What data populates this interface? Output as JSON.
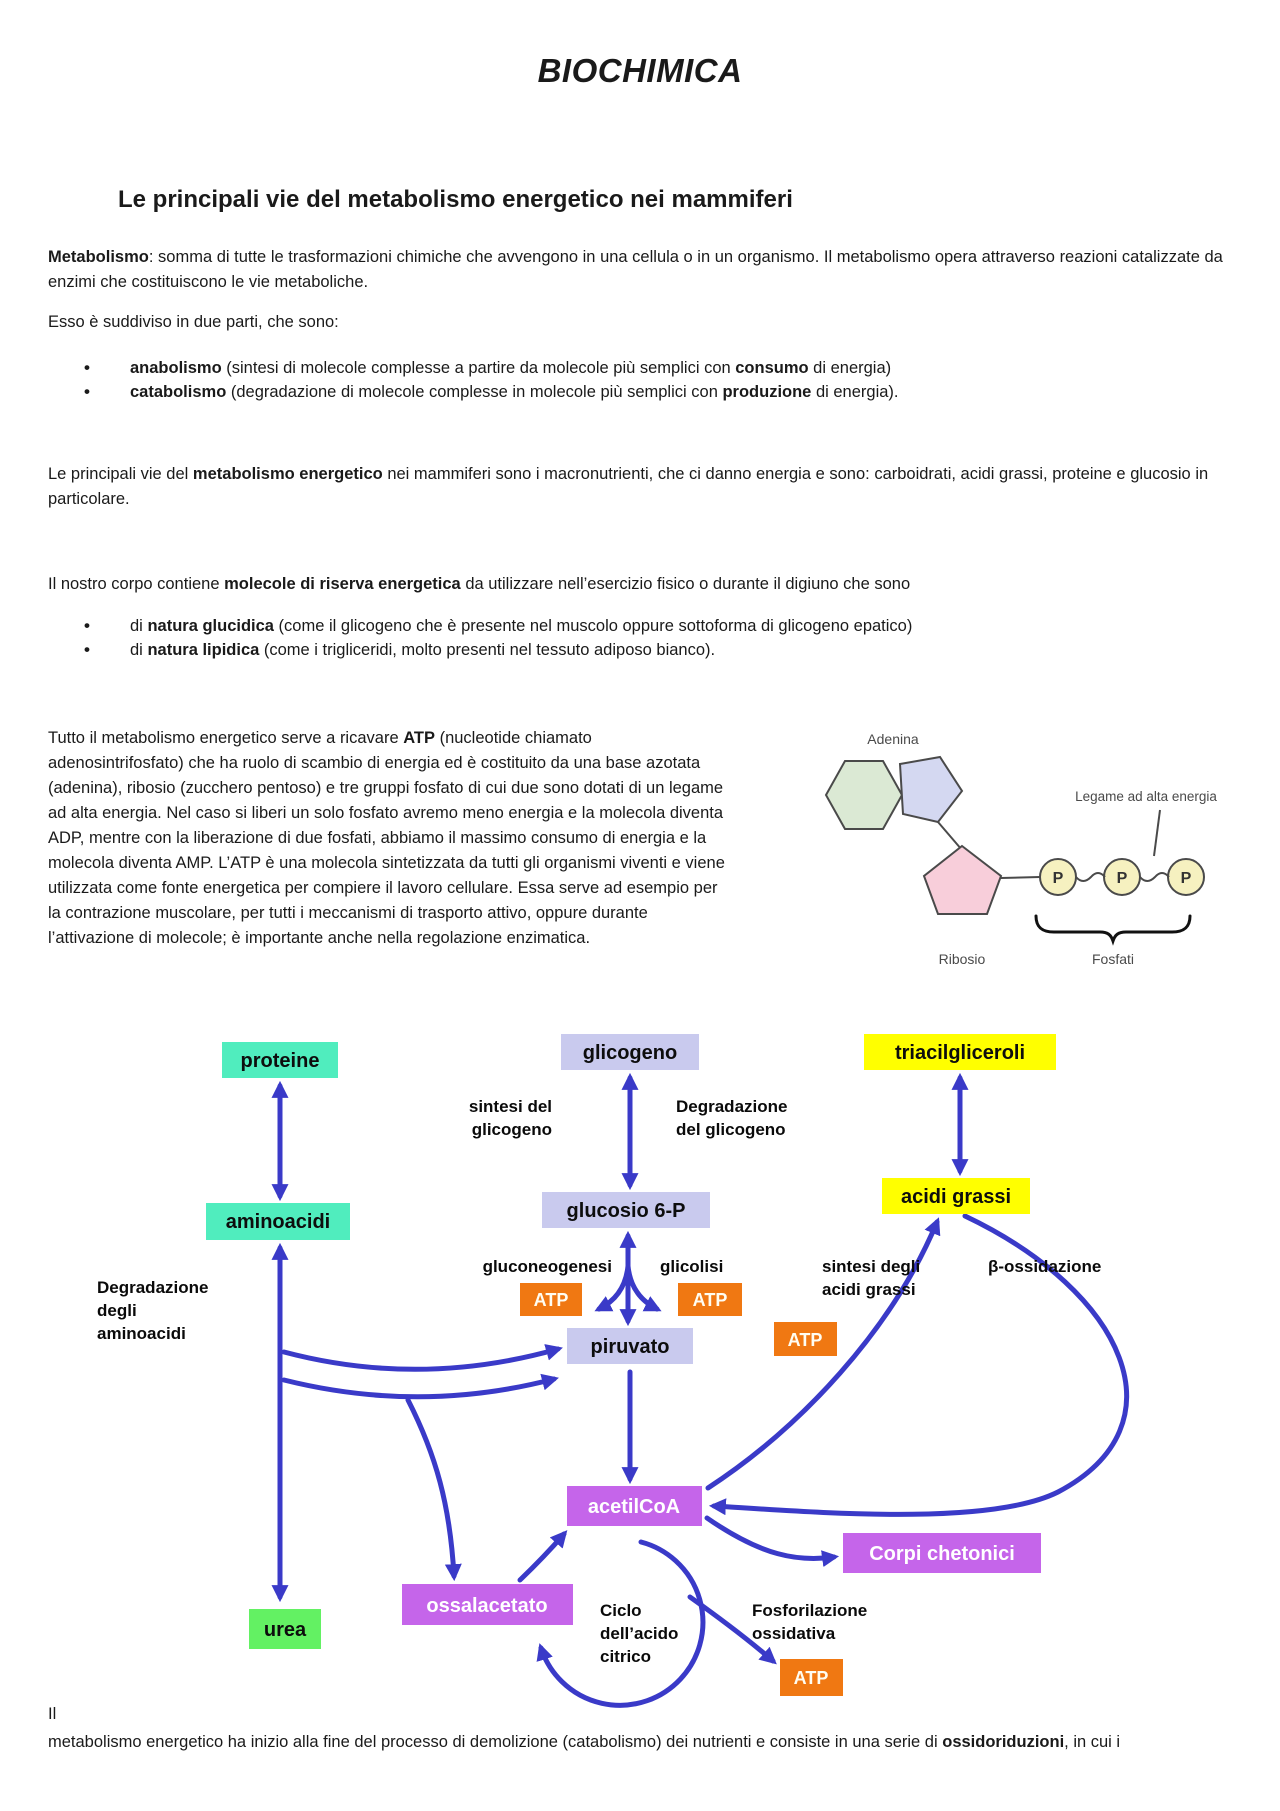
{
  "document": {
    "title": "BIOCHIMICA",
    "heading": "Le principali vie del metabolismo energetico nei mammiferi",
    "p_metabolismo": [
      {
        "t": "Metabolismo",
        "b": true
      },
      {
        "t": ": somma di tutte le trasformazioni chimiche che avvengono in una cellula o in un organismo. Il metabolismo opera attraverso reazioni catalizzate da enzimi che costituiscono le vie metaboliche."
      }
    ],
    "p_suddiviso": [
      {
        "t": "Esso è suddiviso in due parti, che sono:"
      }
    ],
    "list_parti": [
      [
        {
          "t": "anabolismo",
          "b": true
        },
        {
          "t": " (sintesi di molecole complesse a partire da molecole più semplici con "
        },
        {
          "t": "consumo",
          "b": true
        },
        {
          "t": " di energia)"
        }
      ],
      [
        {
          "t": "catabolismo",
          "b": true
        },
        {
          "t": " (degradazione di molecole complesse in molecole più semplici con "
        },
        {
          "t": "produzione",
          "b": true
        },
        {
          "t": " di energia)."
        }
      ]
    ],
    "p_vie": [
      {
        "t": "Le principali vie del "
      },
      {
        "t": "metabolismo energetico",
        "b": true
      },
      {
        "t": " nei mammiferi sono i macronutrienti, che ci danno energia e sono: carboidrati, acidi grassi, proteine e glucosio in particolare."
      }
    ],
    "p_riserva": [
      {
        "t": "Il nostro corpo contiene "
      },
      {
        "t": "molecole di riserva energetica",
        "b": true
      },
      {
        "t": " da utilizzare nell’esercizio fisico o durante il digiuno che sono"
      }
    ],
    "list_riserva": [
      [
        {
          "t": "di "
        },
        {
          "t": "natura glucidica",
          "b": true
        },
        {
          "t": " (come il glicogeno che è presente nel muscolo oppure sottoforma di glicogeno epatico)"
        }
      ],
      [
        {
          "t": "di "
        },
        {
          "t": "natura lipidica",
          "b": true
        },
        {
          "t": " (come i trigliceridi, molto presenti nel tessuto adiposo bianco)."
        }
      ]
    ],
    "p_atp": [
      {
        "t": "Tutto il metabolismo energetico serve a ricavare "
      },
      {
        "t": "ATP",
        "b": true
      },
      {
        "t": " (nucleotide chiamato adenosintrifosfato) che ha ruolo di scambio di energia ed è costituito da una base azotata (adenina), ribosio (zucchero pentoso) e tre gruppi fosfato di cui due sono dotati di un legame ad alta energia. Nel caso si liberi un solo fosfato avremo meno energia e la molecola diventa ADP, mentre con la liberazione di due fosfati, abbiamo il massimo consumo di energia e la molecola diventa AMP. L’ATP è una molecola sintetizzata da tutti gli organismi viventi e viene utilizzata come fonte energetica per compiere il lavoro cellulare. Essa serve ad esempio per la contrazione muscolare, per tutti i meccanismi di trasporto attivo, oppure durante l’attivazione di molecole; è importante anche nella regolazione enzimatica."
      }
    ],
    "p_finale_1": [
      {
        "t": "Il"
      }
    ],
    "p_finale_2": [
      {
        "t": "metabolismo energetico ha inizio alla fine del processo di demolizione (catabolismo) dei nutrienti e consiste in una serie di "
      },
      {
        "t": "ossidoriduzioni",
        "b": true
      },
      {
        "t": ", in cui i"
      }
    ]
  },
  "atp_figure": {
    "adenina": "Adenina",
    "legame": "Legame ad alta energia",
    "ribosio": "Ribosio",
    "fosfati": "Fosfati",
    "p_label": "P"
  },
  "diagram": {
    "boxes": {
      "proteine": "proteine",
      "glicogeno": "glicogeno",
      "triacilgliceroli": "triacilgliceroli",
      "aminoacidi": "aminoacidi",
      "glucosio": "glucosio 6-P",
      "acidi_grassi": "acidi grassi",
      "piruvato": "piruvato",
      "acetilcoa": "acetilCoA",
      "corpi_chetonici": "Corpi chetonici",
      "ossalacetato": "ossalacetato",
      "urea": "urea",
      "atp": "ATP"
    },
    "labels": {
      "sintesi_glicogeno": [
        "sintesi del",
        "glicogeno"
      ],
      "degradazione_glicogeno": [
        "Degradazione",
        "del glicogeno"
      ],
      "gluconeogenesi": "gluconeogenesi",
      "glicolisi": "glicolisi",
      "sintesi_acidi_grassi": [
        "sintesi degli",
        "acidi grassi"
      ],
      "beta_ossidazione": "β-ossidazione",
      "degradazione_aminoacidi": [
        "Degradazione",
        "degli",
        "aminoacidi"
      ],
      "ciclo_acido_citrico": [
        "Ciclo",
        "dell’acido",
        "citrico"
      ],
      "fosforilazione_ossidativa": [
        "Fosforilazione",
        "ossidativa"
      ]
    },
    "colors": {
      "mint": "#50EDBE",
      "lavender": "#C9CAEE",
      "yellow": "#FFFF00",
      "orange": "#F07812",
      "violet": "#C565EA",
      "green": "#63F163",
      "arrow_blue": "#3A3AC8",
      "mol_green": "#DBE9D4",
      "mol_blue": "#D4D8F1",
      "mol_pink": "#F8CEDA",
      "mol_yellow": "#F6F1C0"
    }
  }
}
